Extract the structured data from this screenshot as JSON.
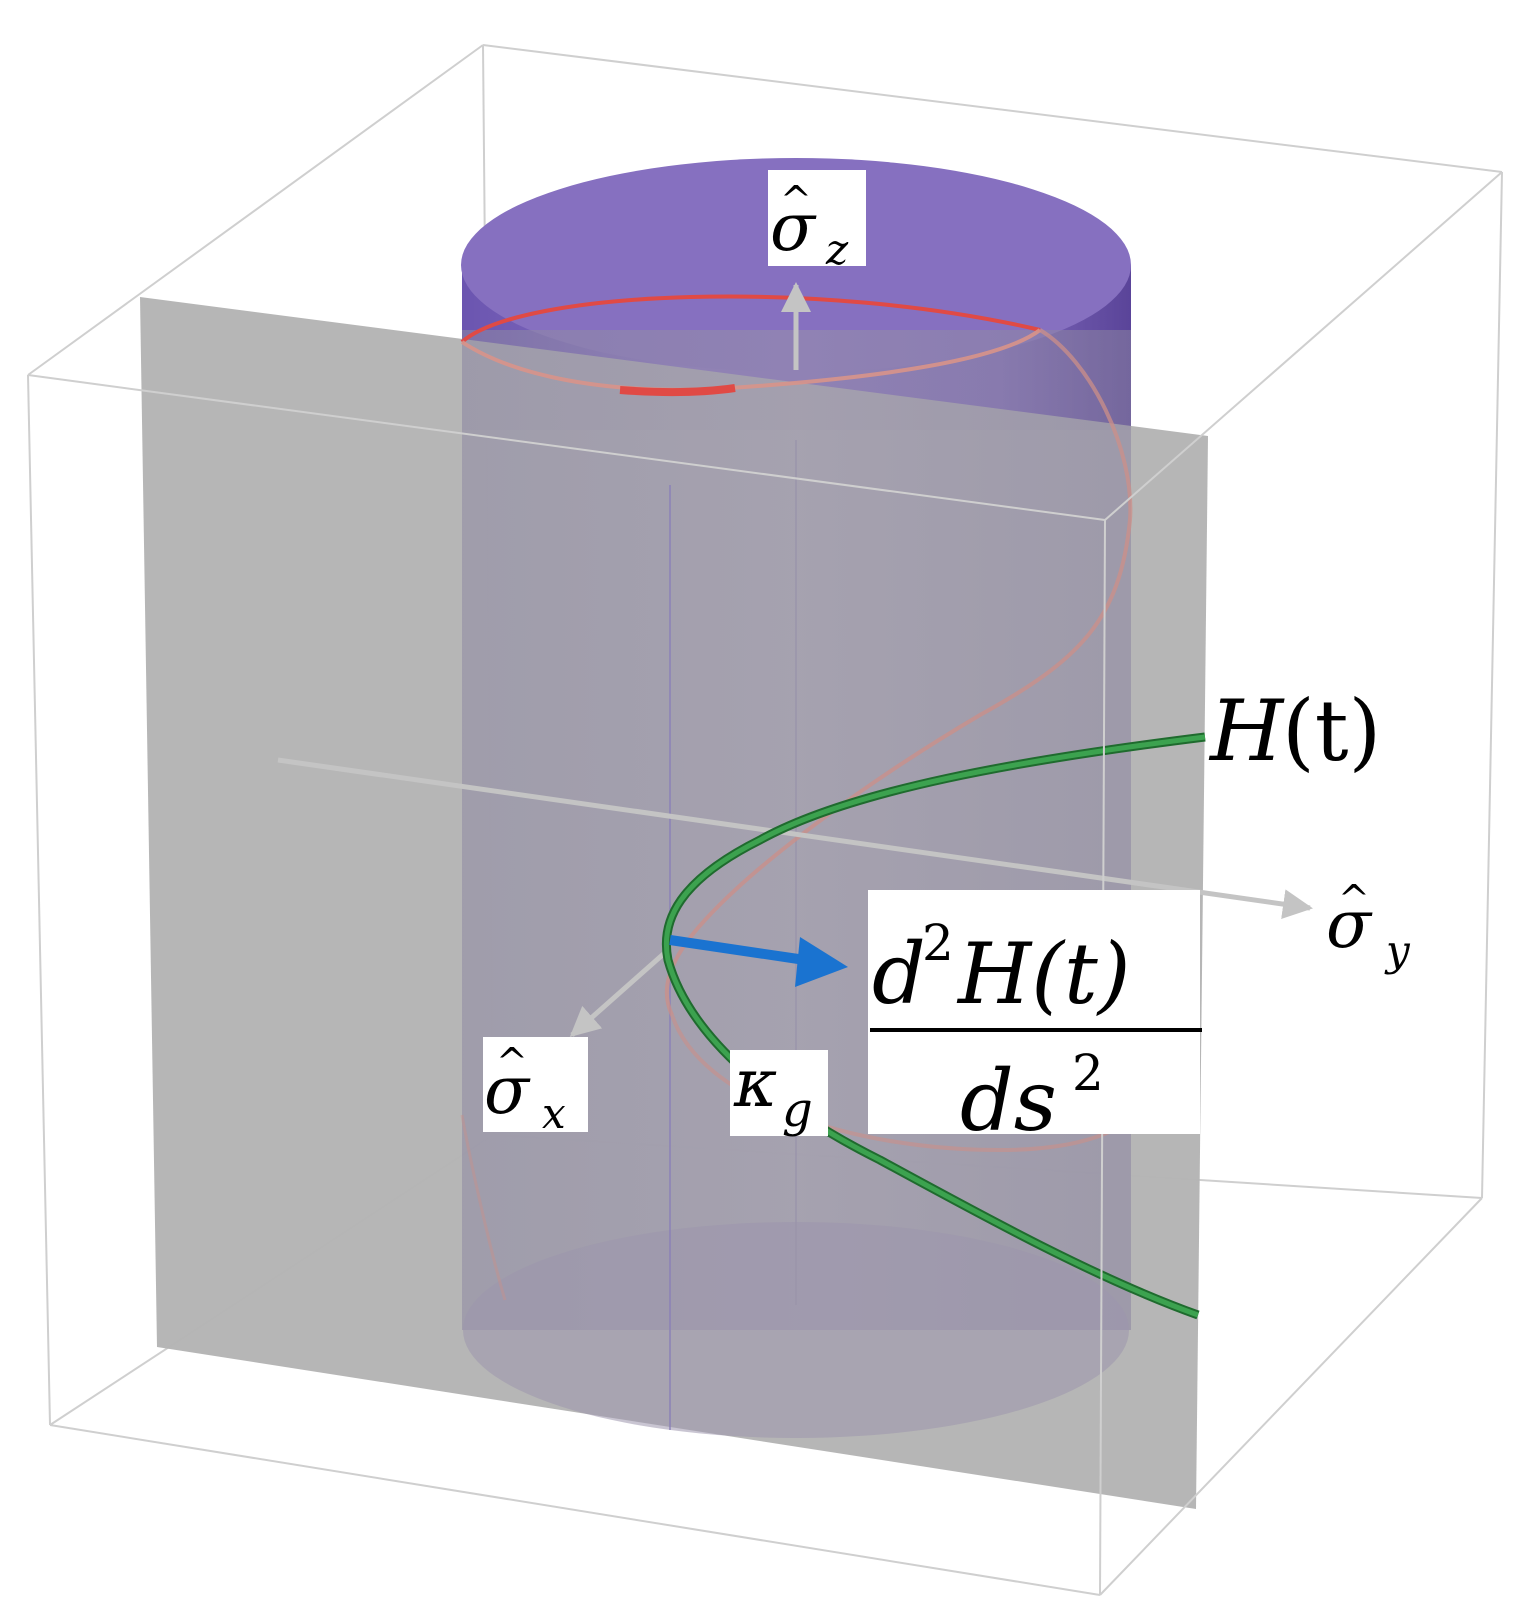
{
  "colors": {
    "plane": "#b3b3b3",
    "cylinder": "#7a64b8",
    "cylinder_top": "#8a70c2",
    "helix": "#e04a45",
    "curve": "#2e8b3e",
    "curvature_arrow": "#1a73d0",
    "axis": "#c0c0c0",
    "box": "#c8c8c8"
  },
  "labels": {
    "sigma_z": {
      "hat": "^",
      "base": "σ",
      "sub": "z"
    },
    "sigma_y": {
      "hat": "^",
      "base": "σ",
      "sub": "y"
    },
    "sigma_x": {
      "hat": "^",
      "base": "σ",
      "sub": "x"
    },
    "hamiltonian": {
      "symbol": "H",
      "arg": "(t)"
    },
    "kappa": {
      "base": "κ",
      "sub": "g"
    },
    "second_derivative": {
      "num_d": "d",
      "num_exp": "2",
      "num_body": "H(t)",
      "den_d": "ds",
      "den_exp": "2"
    }
  },
  "icons": [
    "arrow-icon"
  ]
}
